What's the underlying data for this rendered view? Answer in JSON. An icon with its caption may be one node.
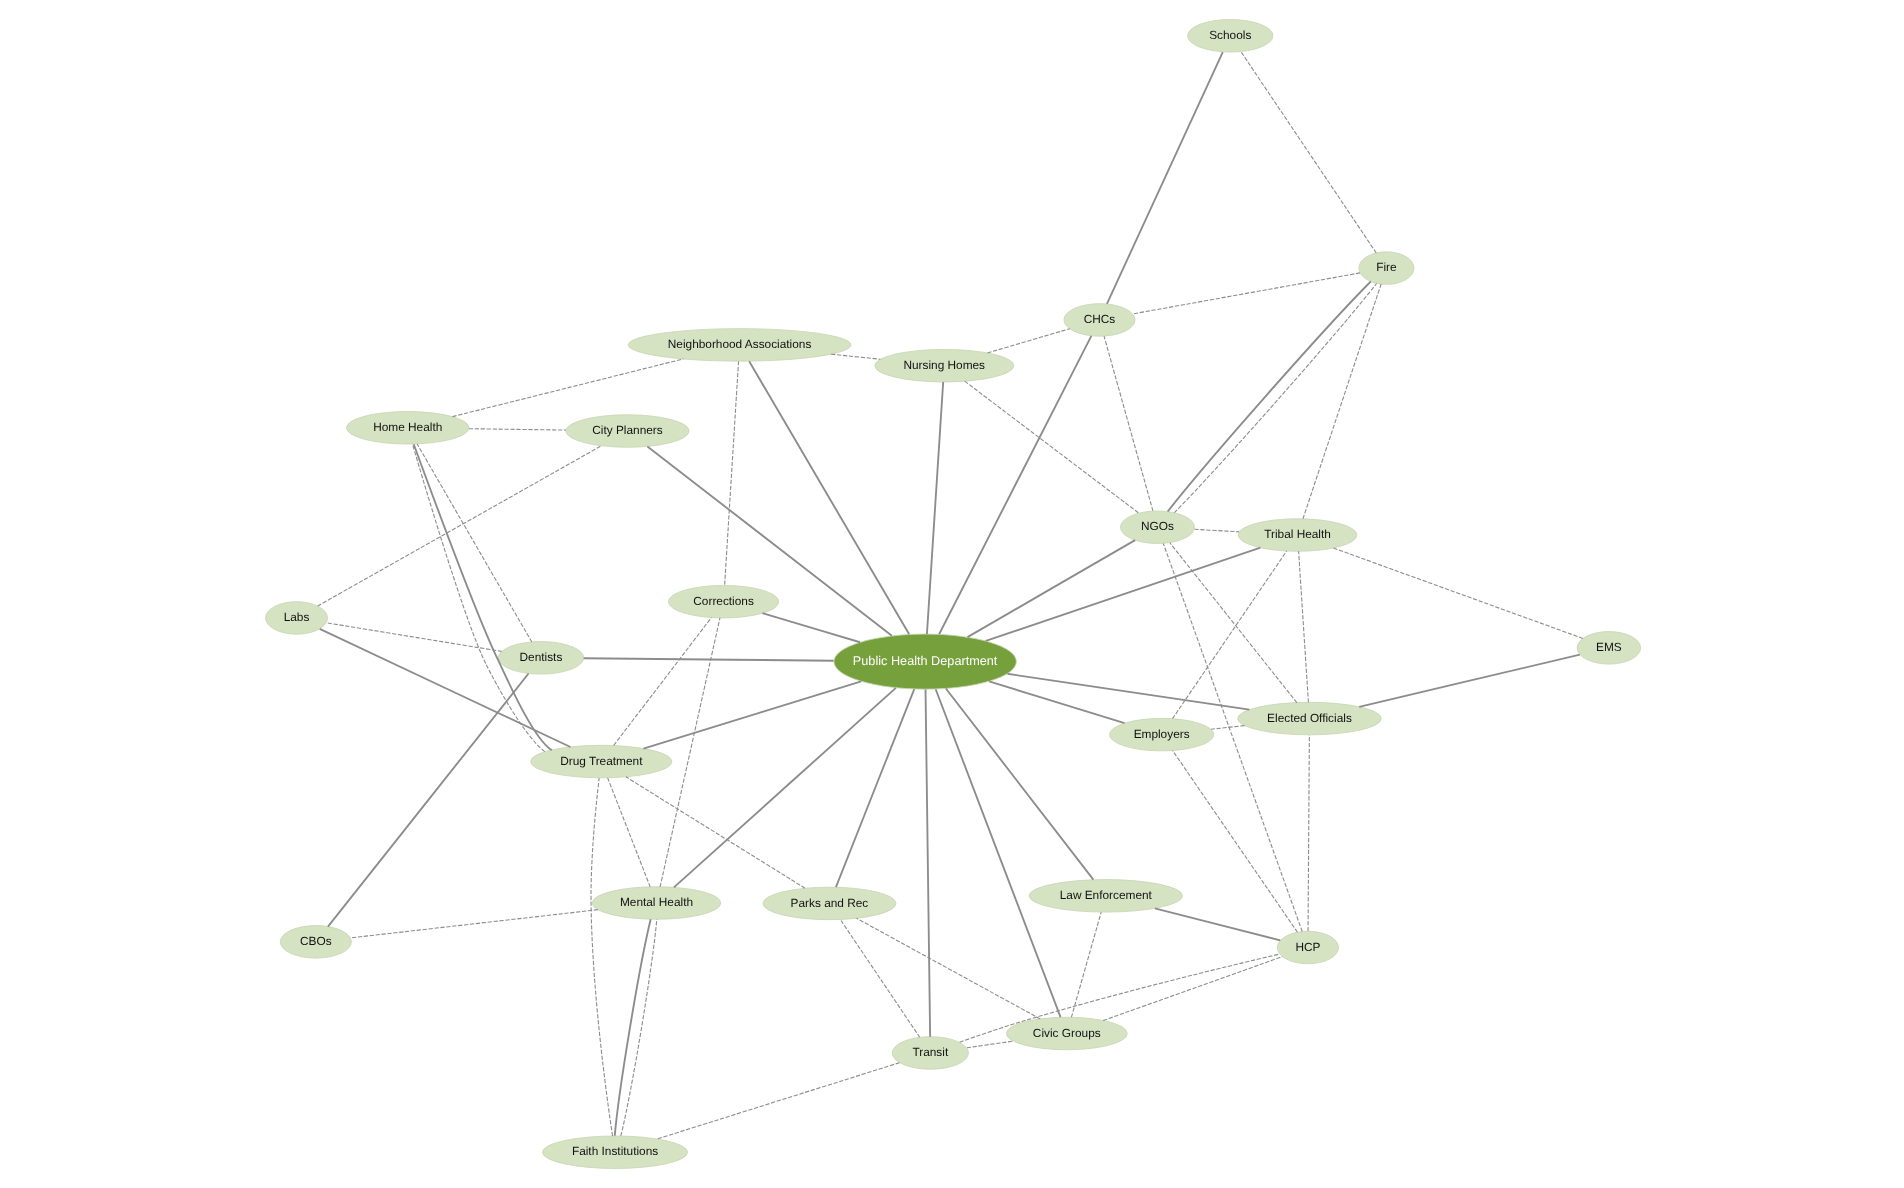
{
  "diagram": {
    "nodes": [
      {
        "text": [
          "Transit"
        ]
      },
      {
        "text": [
          "HCP"
        ]
      },
      {
        "text": [
          "Civic Groups"
        ]
      },
      {
        "text": [
          "Employers"
        ]
      },
      {
        "text": [
          "Faith Institutions"
        ]
      },
      {
        "text": [
          "Law Enforcement"
        ]
      },
      {
        "text": [
          "Mental Health"
        ]
      },
      {
        "text": [
          "EMS"
        ]
      },
      {
        "text": [
          "Elected Officials"
        ]
      },
      {
        "text": [
          "CBOs"
        ]
      },
      {
        "text": [
          "Parks and Rec"
        ]
      },
      {
        "text": [
          "Dentists"
        ]
      },
      {
        "text": [
          "Public Health Department"
        ]
      },
      {
        "text": [
          "Tribal Health"
        ]
      },
      {
        "text": [
          "Labs"
        ]
      },
      {
        "text": [
          "Drug Treatment"
        ]
      },
      {
        "text": [
          "NGOs"
        ]
      },
      {
        "text": [
          "Fire"
        ]
      },
      {
        "text": [
          "Home Health"
        ]
      },
      {
        "text": [
          "Corrections"
        ]
      },
      {
        "text": [
          "CHCs"
        ]
      },
      {
        "text": [
          "Neighborhood Associations"
        ]
      },
      {
        "text": [
          "Nursing Homes"
        ]
      },
      {
        "text": [
          "Schools"
        ]
      },
      {
        "text": [
          "City Planners"
        ]
      }
    ],
    "edges": [
      {
        "from": 12,
        "to": 0,
        "arrow": "none"
      },
      {
        "from": 12,
        "to": 2,
        "arrow": "none"
      },
      {
        "from": 12,
        "to": 5,
        "arrow": "none"
      },
      {
        "from": 1,
        "to": 5,
        "arrow": "none"
      },
      {
        "from": 12,
        "to": 3,
        "arrow": "none"
      },
      {
        "from": 12,
        "to": 8,
        "arrow": "none"
      },
      {
        "from": 7,
        "to": 8,
        "arrow": "none"
      },
      {
        "from": 12,
        "to": 13,
        "arrow": "none"
      },
      {
        "from": 12,
        "to": 16,
        "arrow": "none"
      },
      {
        "from": 16,
        "to": 17,
        "arrow": "none"
      },
      {
        "from": 12,
        "to": 20,
        "arrow": "none"
      },
      {
        "from": 20,
        "to": 23,
        "arrow": "none"
      },
      {
        "from": 12,
        "to": 22,
        "arrow": "none"
      },
      {
        "from": 12,
        "to": 19,
        "arrow": "none"
      },
      {
        "from": 12,
        "to": 21,
        "arrow": "none"
      },
      {
        "from": 12,
        "to": 24,
        "arrow": "none"
      },
      {
        "from": 18,
        "to": 15,
        "arrow": "none"
      },
      {
        "from": 12,
        "to": 15,
        "arrow": "none"
      },
      {
        "from": 14,
        "to": 15,
        "arrow": "none"
      },
      {
        "from": 12,
        "to": 11,
        "arrow": "none"
      },
      {
        "from": 9,
        "to": 11,
        "arrow": "none"
      },
      {
        "from": 4,
        "to": 6,
        "arrow": "none"
      },
      {
        "from": 12,
        "to": 6,
        "arrow": "none"
      },
      {
        "from": 12,
        "to": 10,
        "arrow": "none"
      },
      {
        "from": 0,
        "to": 1,
        "arrow": "none",
        "style": "dashed"
      },
      {
        "from": 0,
        "to": 2,
        "arrow": "none",
        "style": "dashed"
      },
      {
        "from": 0,
        "to": 4,
        "arrow": "none",
        "style": "dashed"
      },
      {
        "from": 0,
        "to": 10,
        "arrow": "none",
        "style": "dashed"
      },
      {
        "from": 2,
        "to": 1,
        "arrow": "none",
        "style": "dashed"
      },
      {
        "from": 2,
        "to": 5,
        "arrow": "none",
        "style": "dashed"
      },
      {
        "from": 2,
        "to": 10,
        "arrow": "none",
        "style": "dashed"
      },
      {
        "from": 1,
        "to": 3,
        "arrow": "none",
        "style": "dashed"
      },
      {
        "from": 1,
        "to": 8,
        "arrow": "none",
        "style": "dashed"
      },
      {
        "from": 1,
        "to": 16,
        "arrow": "none",
        "style": "dashed"
      },
      {
        "from": 3,
        "to": 8,
        "arrow": "none",
        "style": "dashed"
      },
      {
        "from": 3,
        "to": 13,
        "arrow": "none",
        "style": "dashed"
      },
      {
        "from": 7,
        "to": 13,
        "arrow": "none",
        "style": "dashed"
      },
      {
        "from": 8,
        "to": 13,
        "arrow": "none",
        "style": "dashed"
      },
      {
        "from": 8,
        "to": 16,
        "arrow": "none",
        "style": "dashed"
      },
      {
        "from": 4,
        "to": 6,
        "arrow": "none",
        "style": "dashed"
      },
      {
        "from": 4,
        "to": 15,
        "arrow": "none",
        "style": "dashed"
      },
      {
        "from": 6,
        "to": 9,
        "arrow": "none",
        "style": "dashed"
      },
      {
        "from": 6,
        "to": 15,
        "arrow": "none",
        "style": "dashed"
      },
      {
        "from": 6,
        "to": 19,
        "arrow": "none",
        "style": "dashed"
      },
      {
        "from": 10,
        "to": 15,
        "arrow": "none",
        "style": "dashed"
      },
      {
        "from": 11,
        "to": 14,
        "arrow": "none",
        "style": "dashed"
      },
      {
        "from": 11,
        "to": 18,
        "arrow": "none",
        "style": "dashed"
      },
      {
        "from": 15,
        "to": 19,
        "arrow": "none",
        "style": "dashed"
      },
      {
        "from": 15,
        "to": 18,
        "arrow": "none",
        "style": "dashed"
      },
      {
        "from": 18,
        "to": 24,
        "arrow": "none",
        "style": "dashed"
      },
      {
        "from": 14,
        "to": 24,
        "arrow": "none",
        "style": "dashed"
      },
      {
        "from": 18,
        "to": 21,
        "arrow": "none",
        "style": "dashed"
      },
      {
        "from": 21,
        "to": 19,
        "arrow": "none",
        "style": "dashed"
      },
      {
        "from": 21,
        "to": 22,
        "arrow": "none",
        "style": "dashed"
      },
      {
        "from": 22,
        "to": 16,
        "arrow": "none",
        "style": "dashed"
      },
      {
        "from": 22,
        "to": 20,
        "arrow": "none",
        "style": "dashed"
      },
      {
        "from": 16,
        "to": 13,
        "arrow": "none",
        "style": "dashed"
      },
      {
        "from": 16,
        "to": 20,
        "arrow": "none",
        "style": "dashed"
      },
      {
        "from": 16,
        "to": 17,
        "arrow": "none",
        "style": "dashed"
      },
      {
        "from": 17,
        "to": 13,
        "arrow": "none",
        "style": "dashed"
      },
      {
        "from": 17,
        "to": 20,
        "arrow": "none",
        "style": "dashed"
      },
      {
        "from": 17,
        "to": 23,
        "arrow": "none",
        "style": "dashed"
      }
    ]
  }
}
